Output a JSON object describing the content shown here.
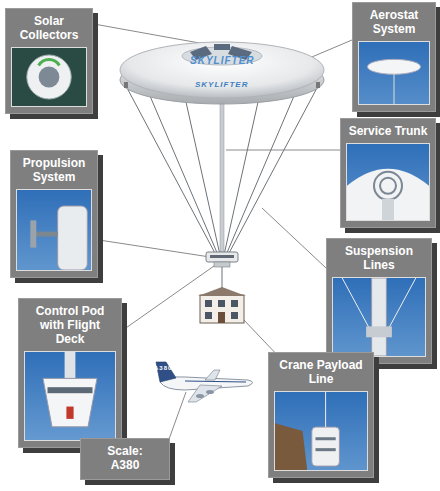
{
  "diagram": {
    "nodes": [
      {
        "text": [
          "Solar Collectors"
        ]
      },
      {
        "text": [
          "Aerostat System"
        ]
      },
      {
        "text": [
          "Service Trunk"
        ]
      },
      {
        "text": [
          "Propulsion System"
        ]
      },
      {
        "text": [
          "Suspension Lines"
        ]
      },
      {
        "text": [
          "Control Pod with Flight Deck"
        ]
      },
      {
        "text": [
          "Crane Payload Line"
        ]
      },
      {
        "text": [
          "Scale: A380"
        ]
      }
    ],
    "labels": [
      "SKYLIFTER",
      "SKYLIFTER",
      "A380"
    ]
  }
}
